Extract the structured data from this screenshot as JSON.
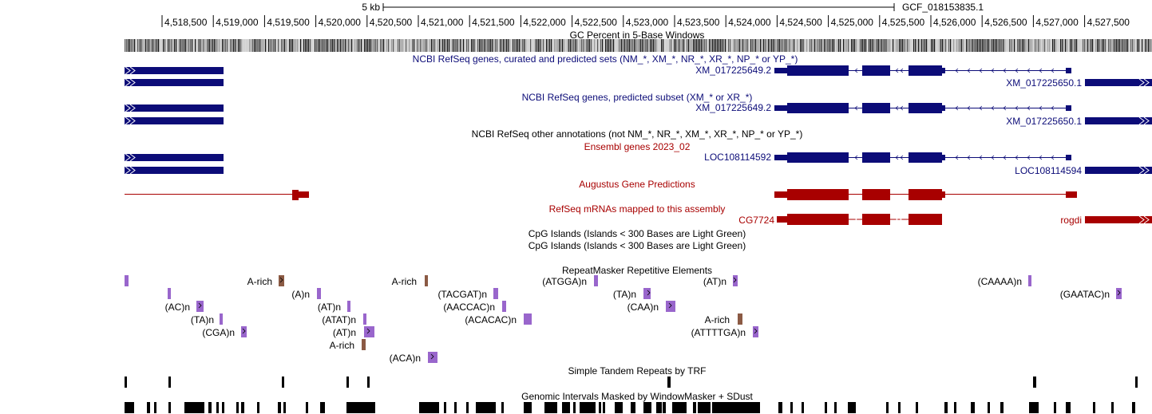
{
  "ruler": {
    "scale_label": "5 kb",
    "assembly": "GCF_018153835.1",
    "ticks": [
      "4,518,500",
      "4,519,000",
      "4,519,500",
      "4,520,000",
      "4,520,500",
      "4,521,000",
      "4,521,500",
      "4,522,000",
      "4,522,500",
      "4,523,000",
      "4,523,500",
      "4,524,000",
      "4,524,500",
      "4,525,000",
      "4,525,500",
      "4,526,000",
      "4,526,500",
      "4,527,000",
      "4,527,500"
    ]
  },
  "tracks": {
    "gc": "GC Percent in 5-Base Windows",
    "refseq_all": "NCBI RefSeq genes, curated and predicted sets (NM_*, XM_*, NR_*, XR_*, NP_* or YP_*)",
    "refseq_pred": "NCBI RefSeq genes, predicted subset (XM_* or XR_*)",
    "refseq_other": "NCBI RefSeq other annotations (not NM_*, NR_*, XM_*, XR_*, NP_* or YP_*)",
    "ensembl": "Ensembl genes 2023_02",
    "augustus": "Augustus Gene Predictions",
    "refseq_mrna": "RefSeq mRNAs mapped to this assembly",
    "cpg1": "CpG Islands (Islands < 300 Bases are Light Green)",
    "cpg2": "CpG Islands (Islands < 300 Bases are Light Green)",
    "repeatmasker": "RepeatMasker Repetitive Elements",
    "trf": "Simple Tandem Repeats by TRF",
    "windowmasker": "Genomic Intervals Masked by WindowMasker + SDust"
  },
  "genes": {
    "xm649_a": "XM_017225649.2",
    "xm650_a": "XM_017225650.1",
    "xm649_b": "XM_017225649.2",
    "xm650_b": "XM_017225650.1",
    "loc592": "LOC108114592",
    "loc594": "LOC108114594",
    "cg7724": "CG7724",
    "rogdi": "rogdi"
  },
  "repeats": {
    "r1": "A-rich",
    "r2": "A-rich",
    "r3": "(ATGGA)n",
    "r4": "(AT)n",
    "r5": "(CAAAA)n",
    "r6": "(A)n",
    "r7": "(TACGAT)n",
    "r8": "(TA)n",
    "r9": "(GAATAC)n",
    "r10": "(AC)n",
    "r11": "(AT)n",
    "r12": "(AACCAC)n",
    "r13": "(CAA)n",
    "r14": "(TA)n",
    "r15": "(ATAT)n",
    "r16": "(ACACAC)n",
    "r17": "A-rich",
    "r18": "(CGA)n",
    "r19": "(AT)n",
    "r20": "(ATTTTGA)n",
    "r21": "A-rich",
    "r22": "(ACA)n"
  },
  "colors": {
    "refseq_blue": "#0c0c78",
    "ensembl_red": "#a80000",
    "repeat_purple": "#9966cc",
    "repeat_brown": "#8b5a44"
  }
}
